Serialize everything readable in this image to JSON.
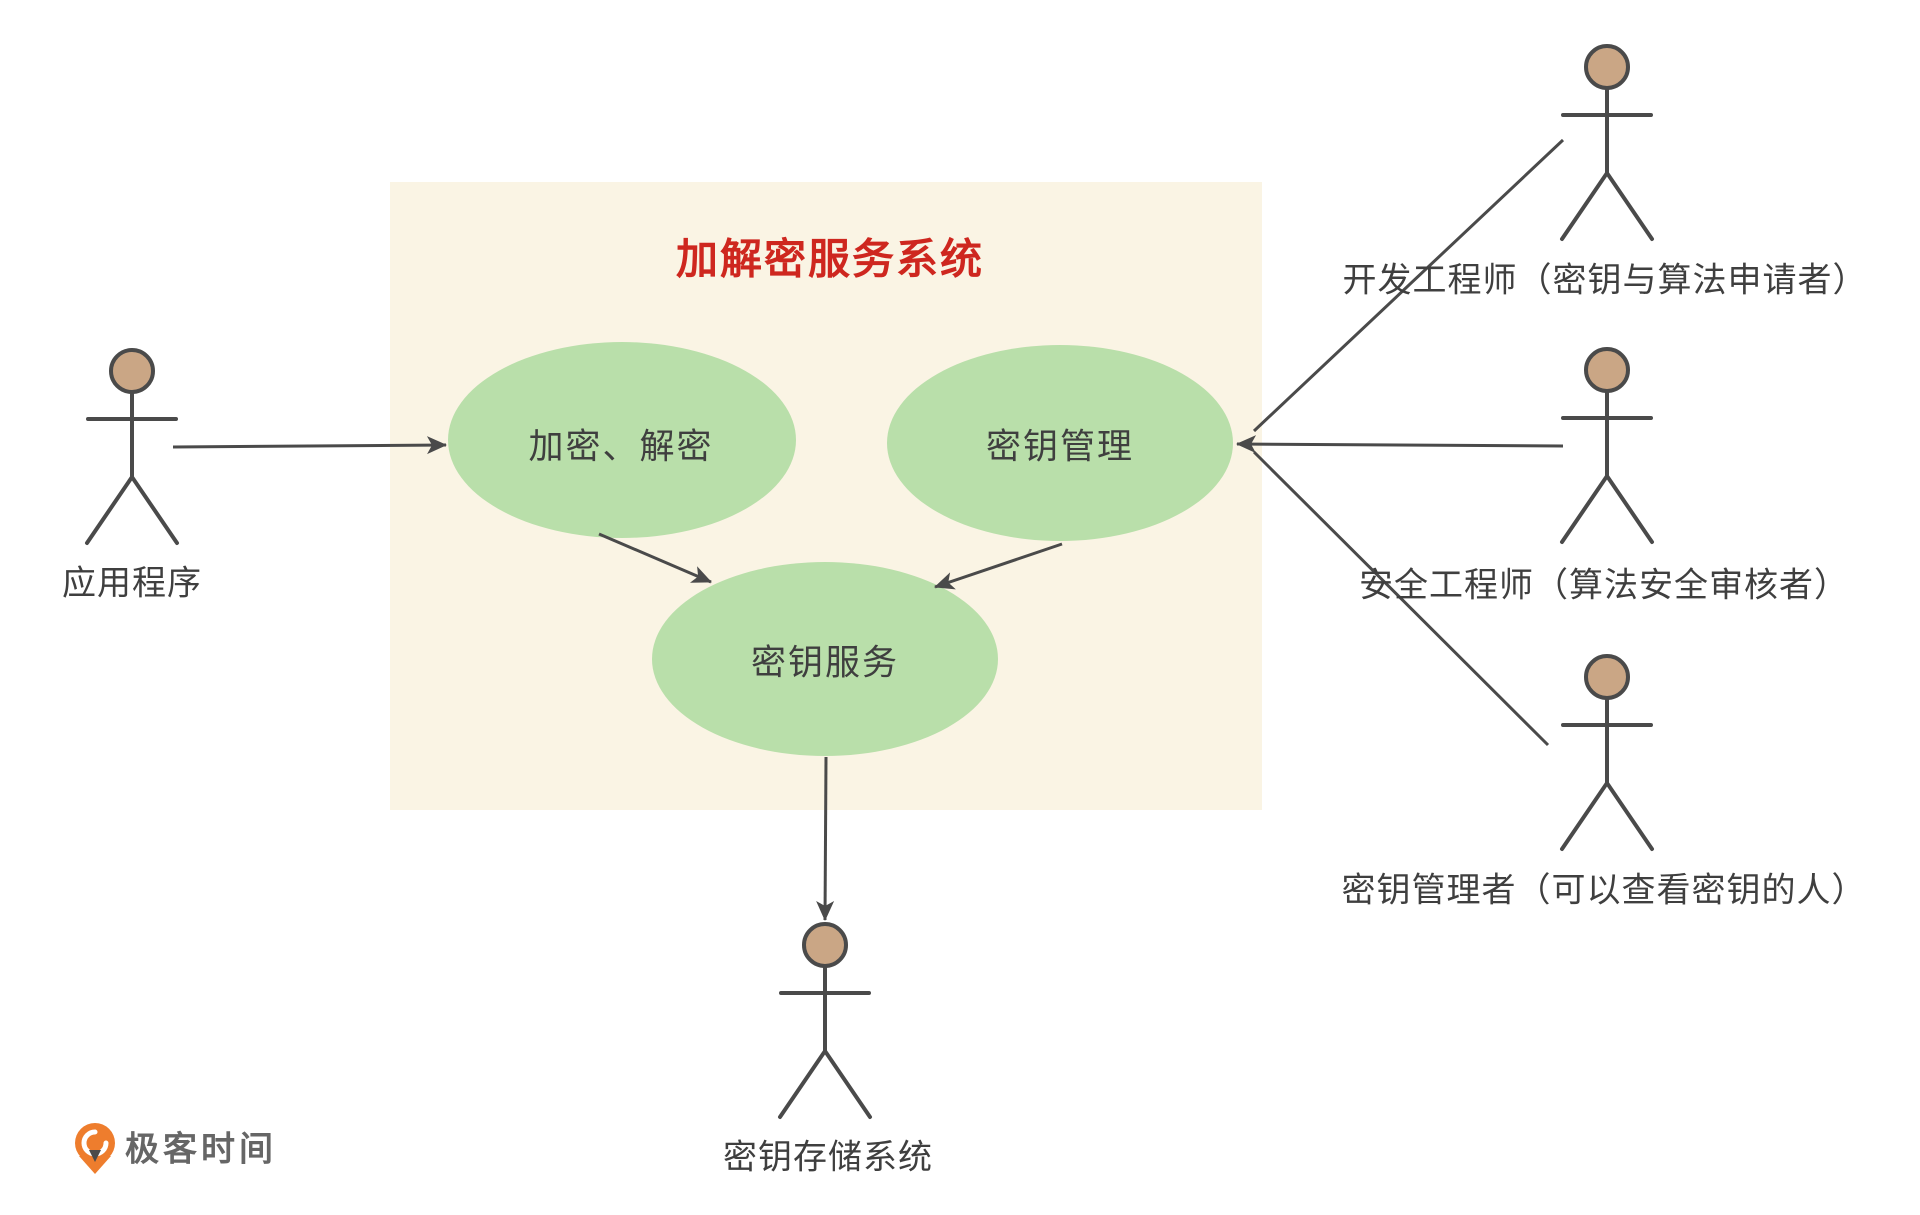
{
  "diagram": {
    "title": "加解密服务系统",
    "use_cases": [
      {
        "label": "加密、解密"
      },
      {
        "label": "密钥管理"
      },
      {
        "label": "密钥服务"
      }
    ],
    "actors": [
      {
        "label": "应用程序"
      },
      {
        "label": "开发工程师（密钥与算法申请者）"
      },
      {
        "label": "安全工程师（算法安全审核者）"
      },
      {
        "label": "密钥管理者（可以查看密钥的人）"
      },
      {
        "label": "密钥存储系统"
      }
    ],
    "colors": {
      "system_box_fill": "#faf4e4",
      "use_case_fill": "#b9dfaa",
      "title_red": "#ce271f",
      "line_gray": "#4a4a4a",
      "text_gray": "#3f3f3f",
      "actor_head_fill": "#caa685"
    }
  },
  "footer": {
    "brand": "极客时间",
    "brand_color": "#666666",
    "brand_icon_color": "#ee7d2d"
  }
}
